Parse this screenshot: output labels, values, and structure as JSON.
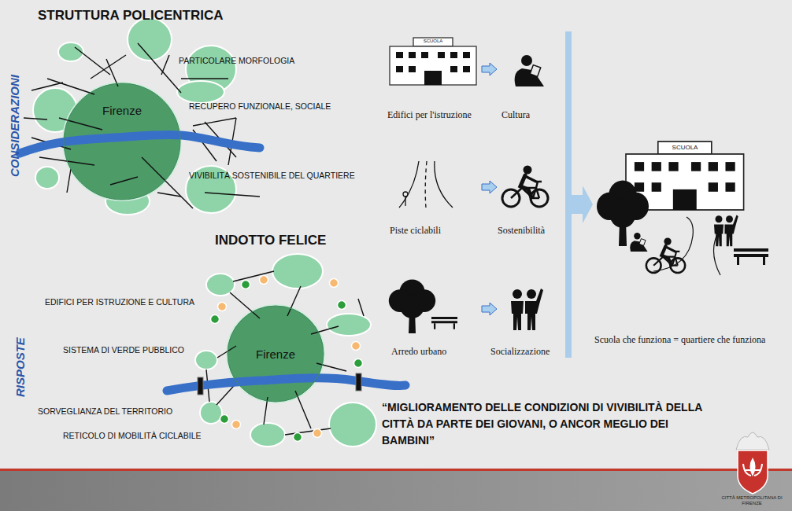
{
  "diagram": {
    "nodes": [
      {
        "text": [
          "Firenze"
        ]
      },
      {
        "text": [
          "Firenze"
        ]
      }
    ],
    "labels": [
      "STRUTTURA POLICENTRICA",
      "CONSIDERAZIONI",
      "PARTICOLARE MORFOLOGIA",
      "RECUPERO FUNZIONALE, SOCIALE",
      "VIVIBILITÀ SOSTENIBILE DEL QUARTIERE",
      "SCUOLA",
      "Edifici per l'istruzione",
      "Cultura",
      "Piste ciclabili",
      "Sostenibilità",
      "INDOTTO FELICE",
      "RISPOSTE",
      "EDIFICI PER ISTRUZIONE E CULTURA",
      "SISTEMA DI VERDE PUBBLICO",
      "SORVEGLIANZA DEL TERRITORIO",
      "RETICOLO DI MOBILITÀ CICLABILE",
      "Arredo urbano",
      "Socializzazione",
      "SCUOLA",
      "Scuola che funziona = quartiere che funziona",
      "“MIGLIORAMENTO DELLE CONDIZIONI DI VIVIBILITÀ DELLA CITTÀ DA PARTE DEI GIOVANI, O ANCOR MEGLIO DEI BAMBINI”",
      "CITTÀ METROPOLITANA DI FIRENZE"
    ]
  }
}
